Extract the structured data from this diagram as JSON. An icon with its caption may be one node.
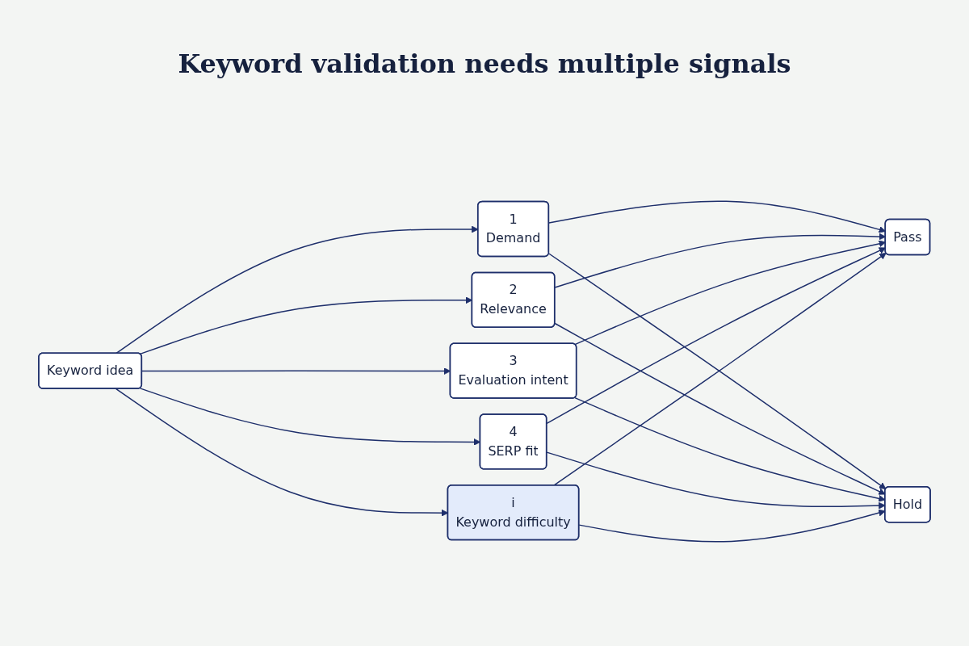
{
  "diagram": {
    "title": "Keyword validation needs multiple signals",
    "nodes": [
      {
        "text": [
          "Keyword idea"
        ]
      },
      {
        "text": [
          "1",
          "Demand"
        ]
      },
      {
        "text": [
          "2",
          "Relevance"
        ]
      },
      {
        "text": [
          "3",
          "Evaluation intent"
        ]
      },
      {
        "text": [
          "4",
          "SERP fit"
        ]
      },
      {
        "text": [
          "i",
          "Keyword difficulty"
        ]
      },
      {
        "text": [
          "Pass"
        ]
      },
      {
        "text": [
          "Hold"
        ]
      }
    ],
    "edges": [
      {
        "from": 0,
        "to": 1,
        "arrow": "to"
      },
      {
        "from": 0,
        "to": 2,
        "arrow": "to"
      },
      {
        "from": 0,
        "to": 3,
        "arrow": "to"
      },
      {
        "from": 0,
        "to": 4,
        "arrow": "to"
      },
      {
        "from": 0,
        "to": 5,
        "arrow": "to"
      },
      {
        "from": 1,
        "to": 6,
        "arrow": "to"
      },
      {
        "from": 1,
        "to": 7,
        "arrow": "to"
      },
      {
        "from": 2,
        "to": 6,
        "arrow": "to"
      },
      {
        "from": 2,
        "to": 7,
        "arrow": "to"
      },
      {
        "from": 3,
        "to": 6,
        "arrow": "to"
      },
      {
        "from": 3,
        "to": 7,
        "arrow": "to"
      },
      {
        "from": 4,
        "to": 6,
        "arrow": "to"
      },
      {
        "from": 4,
        "to": 7,
        "arrow": "to"
      },
      {
        "from": 5,
        "to": 6,
        "arrow": "to"
      },
      {
        "from": 5,
        "to": 7,
        "arrow": "to"
      }
    ]
  }
}
